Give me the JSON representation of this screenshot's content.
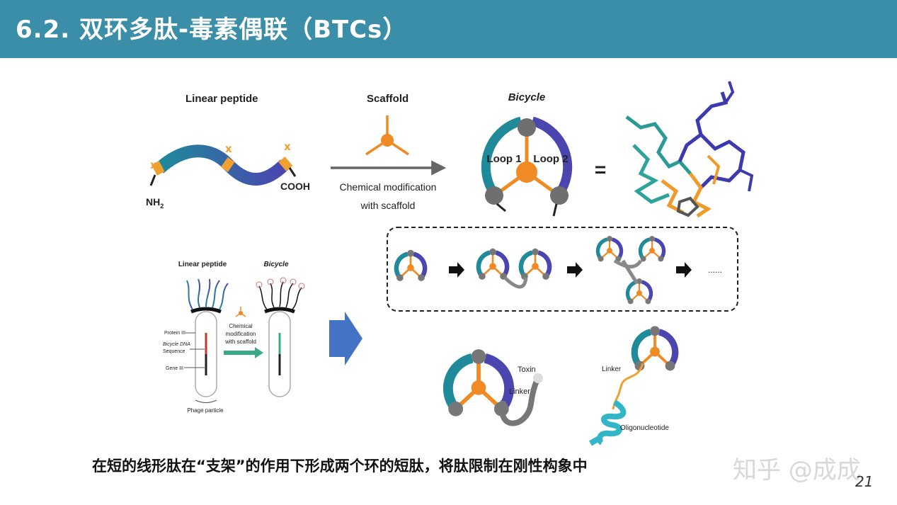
{
  "header": {
    "title": "6.2. 双环多肽-毒素偶联（BTCs）"
  },
  "top_diagram": {
    "linear_peptide_label": "Linear peptide",
    "nh2_label": "NH",
    "nh2_sub": "2",
    "cooh_label": "COOH",
    "scaffold_label": "Scaffold",
    "arrow_caption_line1": "Chemical modification",
    "arrow_caption_line2": "with scaffold",
    "bicycle_label": "Bicycle",
    "loop1_label": "Loop 1",
    "loop2_label": "Loop 2",
    "equals_sign": "=",
    "x_mark": "x"
  },
  "phage_diagram": {
    "linear_peptide_label": "Linear peptide",
    "bicycle_label": "Bicycle",
    "protein_label": "Protein III",
    "dna_label_line1": "Bicycle DNA",
    "dna_label_line2": "Sequence",
    "gene_label": "Gene III",
    "phage_label": "Phage particle",
    "chem_line1": "Chemical",
    "chem_line2": "modification",
    "chem_line3": "with scaffold"
  },
  "multimer_panel": {
    "ellipsis": "......"
  },
  "conjugates": {
    "toxin_label": "Toxin",
    "linker_label": "Linker",
    "linker2_label": "Linker",
    "oligo_label": "Oligonucleotide"
  },
  "caption": "在短的线形肽在“支架”的作用下形成两个环的短肽，将肽限制在刚性构象中",
  "watermark": "知乎 @成成",
  "page_number": "21",
  "colors": {
    "header_bg": "#3a8ea8",
    "teal": "#1f8a9a",
    "purple": "#4b45b0",
    "orange": "#f08a24",
    "gray": "#7a7a7a"
  }
}
